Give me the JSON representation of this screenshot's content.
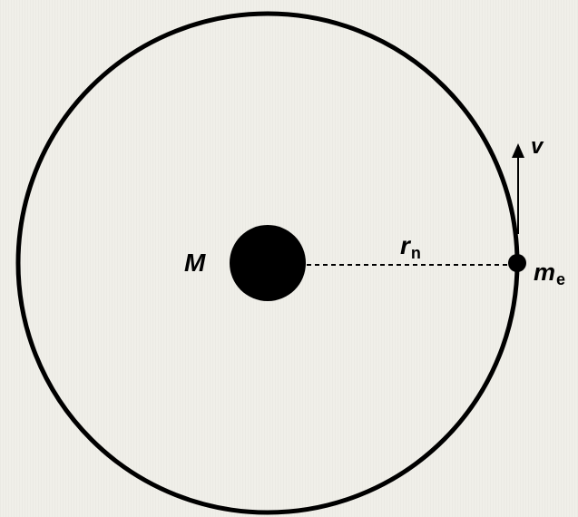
{
  "diagram": {
    "nucleus_label": "M",
    "radius_label": {
      "symbol": "r",
      "subscript": "n"
    },
    "electron_label": {
      "symbol": "m",
      "subscript": "e"
    },
    "velocity_label": "v"
  },
  "colors": {
    "background": "#f0efe9",
    "ink": "#000000"
  }
}
